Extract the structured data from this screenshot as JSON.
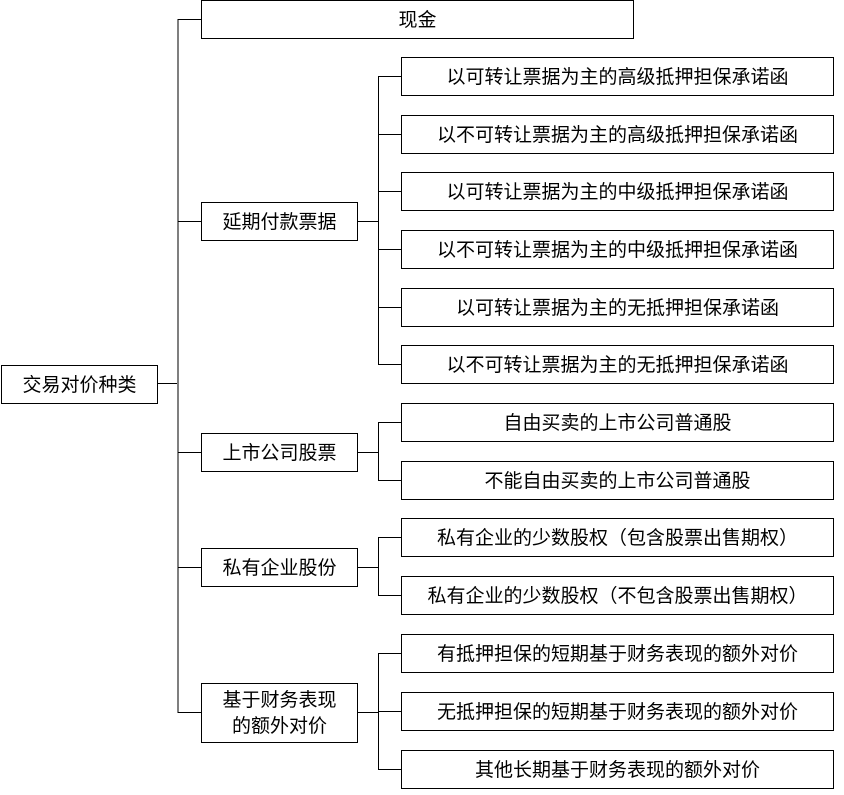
{
  "root": "交易对价种类",
  "branches": {
    "cash": {
      "label": "现金"
    },
    "deferred": {
      "label": "延期付款票据",
      "children": [
        "以可转让票据为主的高级抵押担保承诺函",
        "以不可转让票据为主的高级抵押担保承诺函",
        "以可转让票据为主的中级抵押担保承诺函",
        "以不可转让票据为主的中级抵押担保承诺函",
        "以可转让票据为主的无抵押担保承诺函",
        "以不可转让票据为主的无抵押担保承诺函"
      ]
    },
    "listed": {
      "label": "上市公司股票",
      "children": [
        "自由买卖的上市公司普通股",
        "不能自由买卖的上市公司普通股"
      ]
    },
    "private": {
      "label": "私有企业股份",
      "children": [
        "私有企业的少数股权（包含股票出售期权）",
        "私有企业的少数股权（不包含股票出售期权）"
      ]
    },
    "earnout": {
      "label_line1": "基于财务表现",
      "label_line2": "的额外对价",
      "children": [
        "有抵押担保的短期基于财务表现的额外对价",
        "无抵押担保的短期基于财务表现的额外对价",
        "其他长期基于财务表现的额外对价"
      ]
    }
  }
}
